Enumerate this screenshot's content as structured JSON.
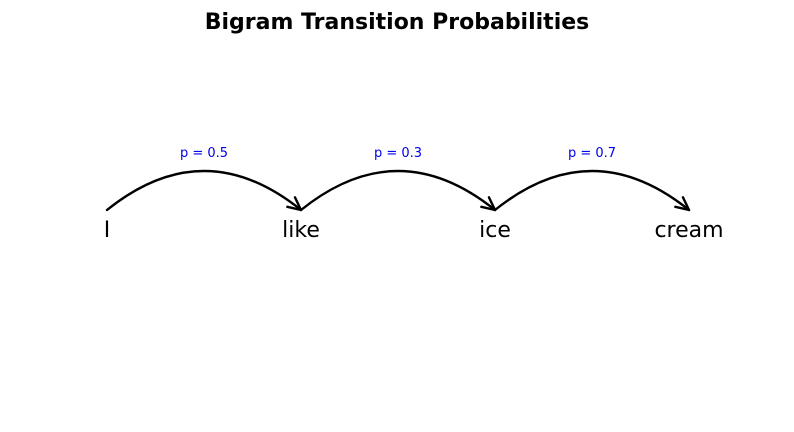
{
  "title": "Bigram Transition Probabilities",
  "tokens": [
    "I",
    "like",
    "ice",
    "cream"
  ],
  "transitions": [
    {
      "from": "I",
      "to": "like",
      "label": "p = 0.5"
    },
    {
      "from": "like",
      "to": "ice",
      "label": "p = 0.3"
    },
    {
      "from": "ice",
      "to": "cream",
      "label": "p = 0.7"
    }
  ],
  "colors": {
    "arrow": "#000000",
    "label": "#0000ee",
    "text": "#000000"
  }
}
